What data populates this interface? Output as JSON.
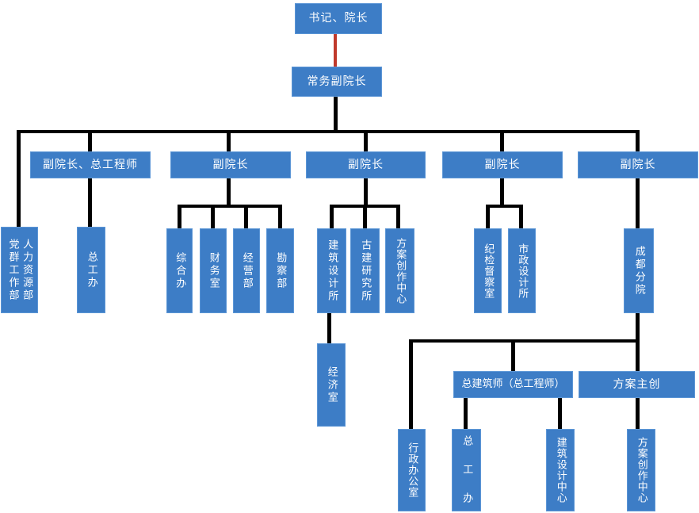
{
  "diagram": {
    "type": "org-chart",
    "colors": {
      "background": "#FFFFFF",
      "box_fill": "#3D7DC6",
      "box_border": "#5C96D6",
      "text": "#FFFFFF",
      "connector": "#000000",
      "special_connector": "#C0392B"
    },
    "nodes": {
      "secretary_dean": "书记、院长",
      "exec_vice_dean": "常务副院长",
      "vice_dean_chief_engineer": "副院长、总工程师",
      "vice_dean_1": "副院长",
      "vice_dean_2": "副院长",
      "vice_dean_3": "副院长",
      "vice_dean_4": "副院长",
      "party_masses_dept": "党群工作部",
      "hr_dept": "人力资源部",
      "chief_engineer_office": "总工办",
      "general_office": "综合办",
      "finance_office": "财务室",
      "business_dept": "经营部",
      "survey_dept": "勘察部",
      "architectural_design_institute": "建筑设计所",
      "ancient_architecture_institute": "古建研究所",
      "scheme_creation_center": "方案创作中心",
      "economy_office": "经济室",
      "discipline_inspection_office": "纪检督察室",
      "municipal_design_institute": "市政设计所",
      "chengdu_branch": "成都分院",
      "chief_architect": "总建筑师（总工程师）",
      "scheme_chief_creator": "方案主创",
      "admin_office": "行政办公室",
      "branch_chief_engineer_office": "总 工 办",
      "architectural_design_center": "建筑设计中心",
      "branch_scheme_creation_center": "方案创作中心"
    }
  }
}
